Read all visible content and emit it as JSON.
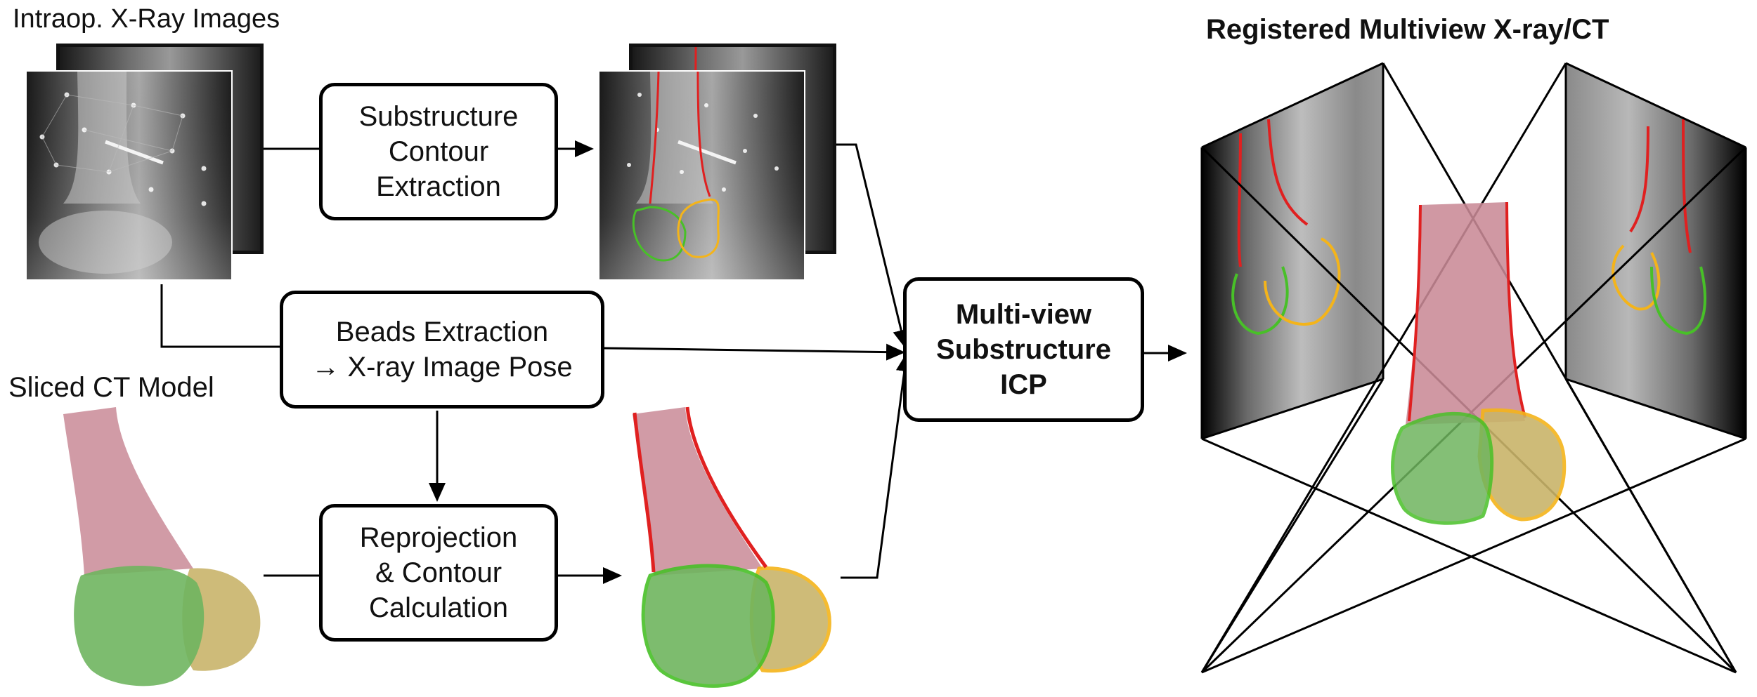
{
  "labels": {
    "xray_input": "Intraop. X-Ray Images",
    "ct_input": "Sliced CT Model",
    "output_title": "Registered Multiview X-ray/CT"
  },
  "boxes": {
    "contour": [
      "Substructure",
      "Contour",
      "Extraction"
    ],
    "beads": [
      "Beads Extraction",
      "→ X-ray Image Pose"
    ],
    "reprojection": [
      "Reprojection",
      "& Contour",
      "Calculation"
    ],
    "icp": [
      "Multi-view",
      "Substructure",
      "ICP"
    ]
  },
  "colors": {
    "shaft": "#c98a96",
    "condyle_green": "#6fb55f",
    "condyle_yellow": "#c9b46a",
    "contour_red": "#e02020",
    "contour_green": "#48c028",
    "contour_yellow": "#f4b41a",
    "xray_bg": "#2a2a2a"
  }
}
